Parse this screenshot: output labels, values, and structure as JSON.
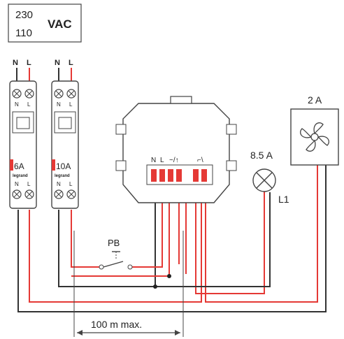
{
  "supply": {
    "voltage_top": "230",
    "voltage_bottom": "110",
    "unit": "VAC"
  },
  "breaker_left": {
    "n_label": "N",
    "l_label": "L",
    "rating": "6A",
    "brand": "legrand",
    "term_n": "N",
    "term_l": "L"
  },
  "breaker_right": {
    "n_label": "N",
    "l_label": "L",
    "rating": "10A",
    "brand": "legrand",
    "term_n": "N",
    "term_l": "L"
  },
  "module": {
    "n_label": "N",
    "l_label": "L",
    "symbol_left": "~/↑",
    "symbol_right": "⌐\\"
  },
  "pushbutton": {
    "label": "PB"
  },
  "lamp": {
    "current": "8.5 A",
    "label": "L1"
  },
  "fan": {
    "current": "2 A"
  },
  "distance": {
    "label": "100 m max."
  },
  "colors": {
    "live": "#e53935",
    "neutral": "#333333",
    "outline": "#444444"
  }
}
